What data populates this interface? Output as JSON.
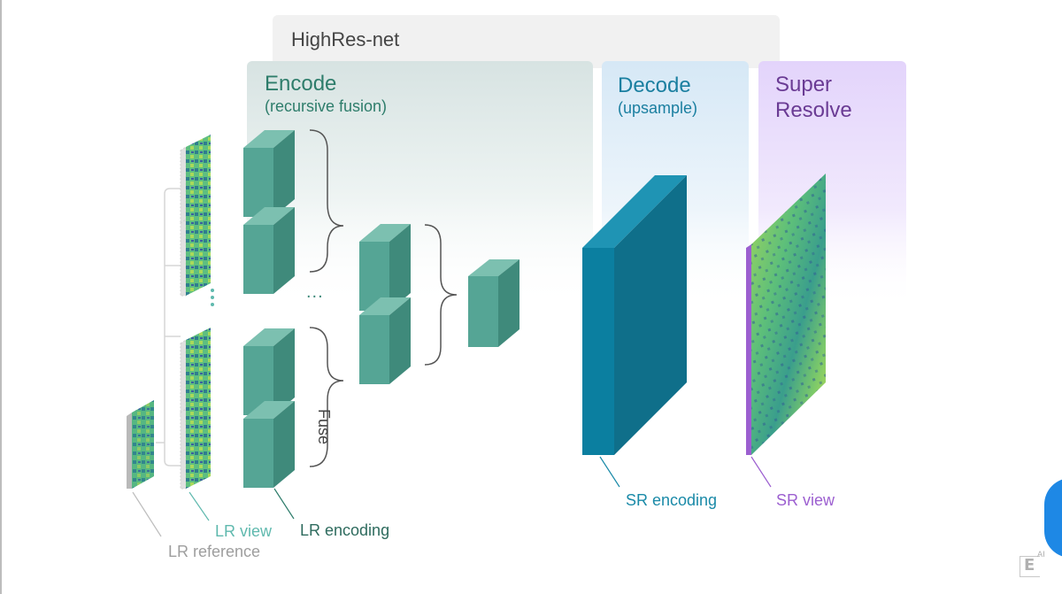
{
  "diagram": {
    "title": "HighRes-net",
    "stages": {
      "encode": {
        "title": "Encode",
        "subtitle": "(recursive fusion)"
      },
      "decode": {
        "title": "Decode",
        "subtitle": "(upsample)"
      },
      "super_resolve": {
        "title_line1": "Super",
        "title_line2": "Resolve"
      }
    },
    "fuse_label": "Fuse",
    "ellipsis": "...",
    "labels": {
      "lr_view": "LR view",
      "lr_reference": "LR reference",
      "lr_encoding": "LR encoding",
      "sr_encoding": "SR encoding",
      "sr_view": "SR view"
    },
    "colors": {
      "encode_teal": "#2e7d6b",
      "cube_front": "#55a595",
      "decode_blue": "#1a8aa8",
      "decode_front": "#0b7a98",
      "super_purple": "#7b3fa3",
      "sr_view_purple": "#9c5fd0",
      "lr_view_teal": "#5fb9ae"
    }
  },
  "watermark": {
    "text": "E",
    "superscript": "AI"
  }
}
